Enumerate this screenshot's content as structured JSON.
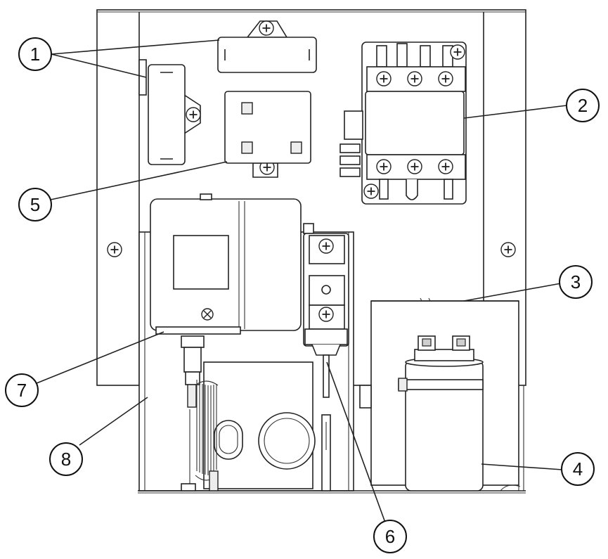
{
  "callouts": [
    {
      "id": "1",
      "label": "1"
    },
    {
      "id": "2",
      "label": "2"
    },
    {
      "id": "3",
      "label": "3"
    },
    {
      "id": "4",
      "label": "4"
    },
    {
      "id": "5",
      "label": "5"
    },
    {
      "id": "6",
      "label": "6"
    },
    {
      "id": "7",
      "label": "7"
    },
    {
      "id": "8",
      "label": "8"
    }
  ],
  "colors": {
    "line": "#222222",
    "background": "#ffffff",
    "panel_fill": "#ffffff"
  }
}
